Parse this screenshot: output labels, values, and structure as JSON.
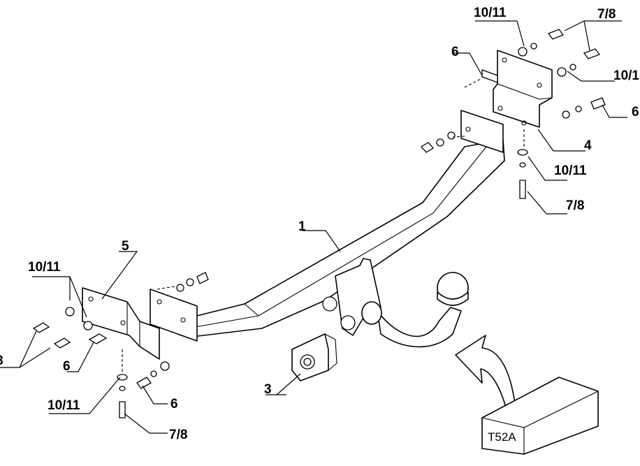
{
  "labels": {
    "bar": "1",
    "socket_plate": "3",
    "bracket_right": "4",
    "bracket_left": "5",
    "bolt": "6",
    "bolt_alt": "7/8",
    "washer": "10/11",
    "bolt_clipped_left": "8",
    "bolt_clipped_right": "6",
    "washer_clipped_right": "10/1"
  },
  "box_label": "T52A",
  "colors": {
    "line": "#000000",
    "paper": "#ffffff"
  },
  "icons": [
    "curved-arrow-icon"
  ]
}
